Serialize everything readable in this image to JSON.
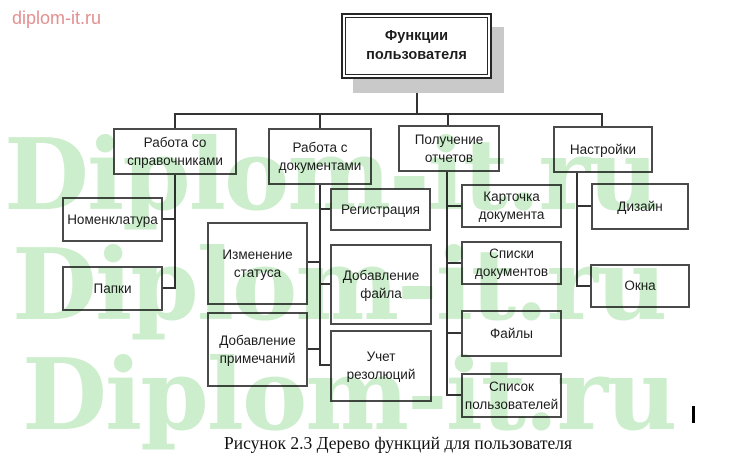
{
  "watermark": {
    "corner_text": "diplom-it.ru",
    "large_text": "Diplom-it.ru",
    "green_color": "#cdeecd",
    "pink_color": "#e39090"
  },
  "caption": "Рисунок 2.3 Дерево функций для пользователя",
  "colors": {
    "box_border": "#4a4a4a",
    "root_border": "#262626",
    "root_shadow": "#c9c9c9",
    "connector": "#333333"
  },
  "nodes": {
    "root": "Функции пользователя",
    "references": "Работа со справочниками",
    "documents": "Работа с документами",
    "reports": "Получение отчетов",
    "settings": "Настройки",
    "nomenclature": "Номенклатура",
    "folders": "Папки",
    "status_change": "Изменение статуса",
    "add_notes": "Добавление примечаний",
    "registration": "Регистрация",
    "add_file": "Добавление файла",
    "resolutions": "Учет резолюций",
    "doc_card": "Карточка документа",
    "doc_lists": "Списки документов",
    "files": "Файлы",
    "user_list": "Список пользователей",
    "design": "Дизайн",
    "windows": "Окна"
  }
}
